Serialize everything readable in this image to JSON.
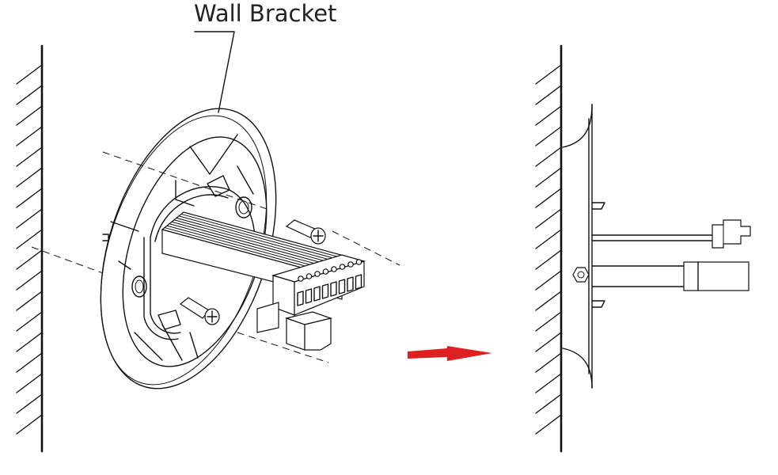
{
  "callout": {
    "label": "Wall Bracket"
  },
  "colors": {
    "line": "#111111",
    "arrow": "#e02020",
    "background": "#ffffff"
  },
  "figures": {
    "left": "exploded-view-bracket-before-mounting",
    "right": "side-view-bracket-mounted-on-wall"
  },
  "arrow_icon": "right-arrow-icon"
}
